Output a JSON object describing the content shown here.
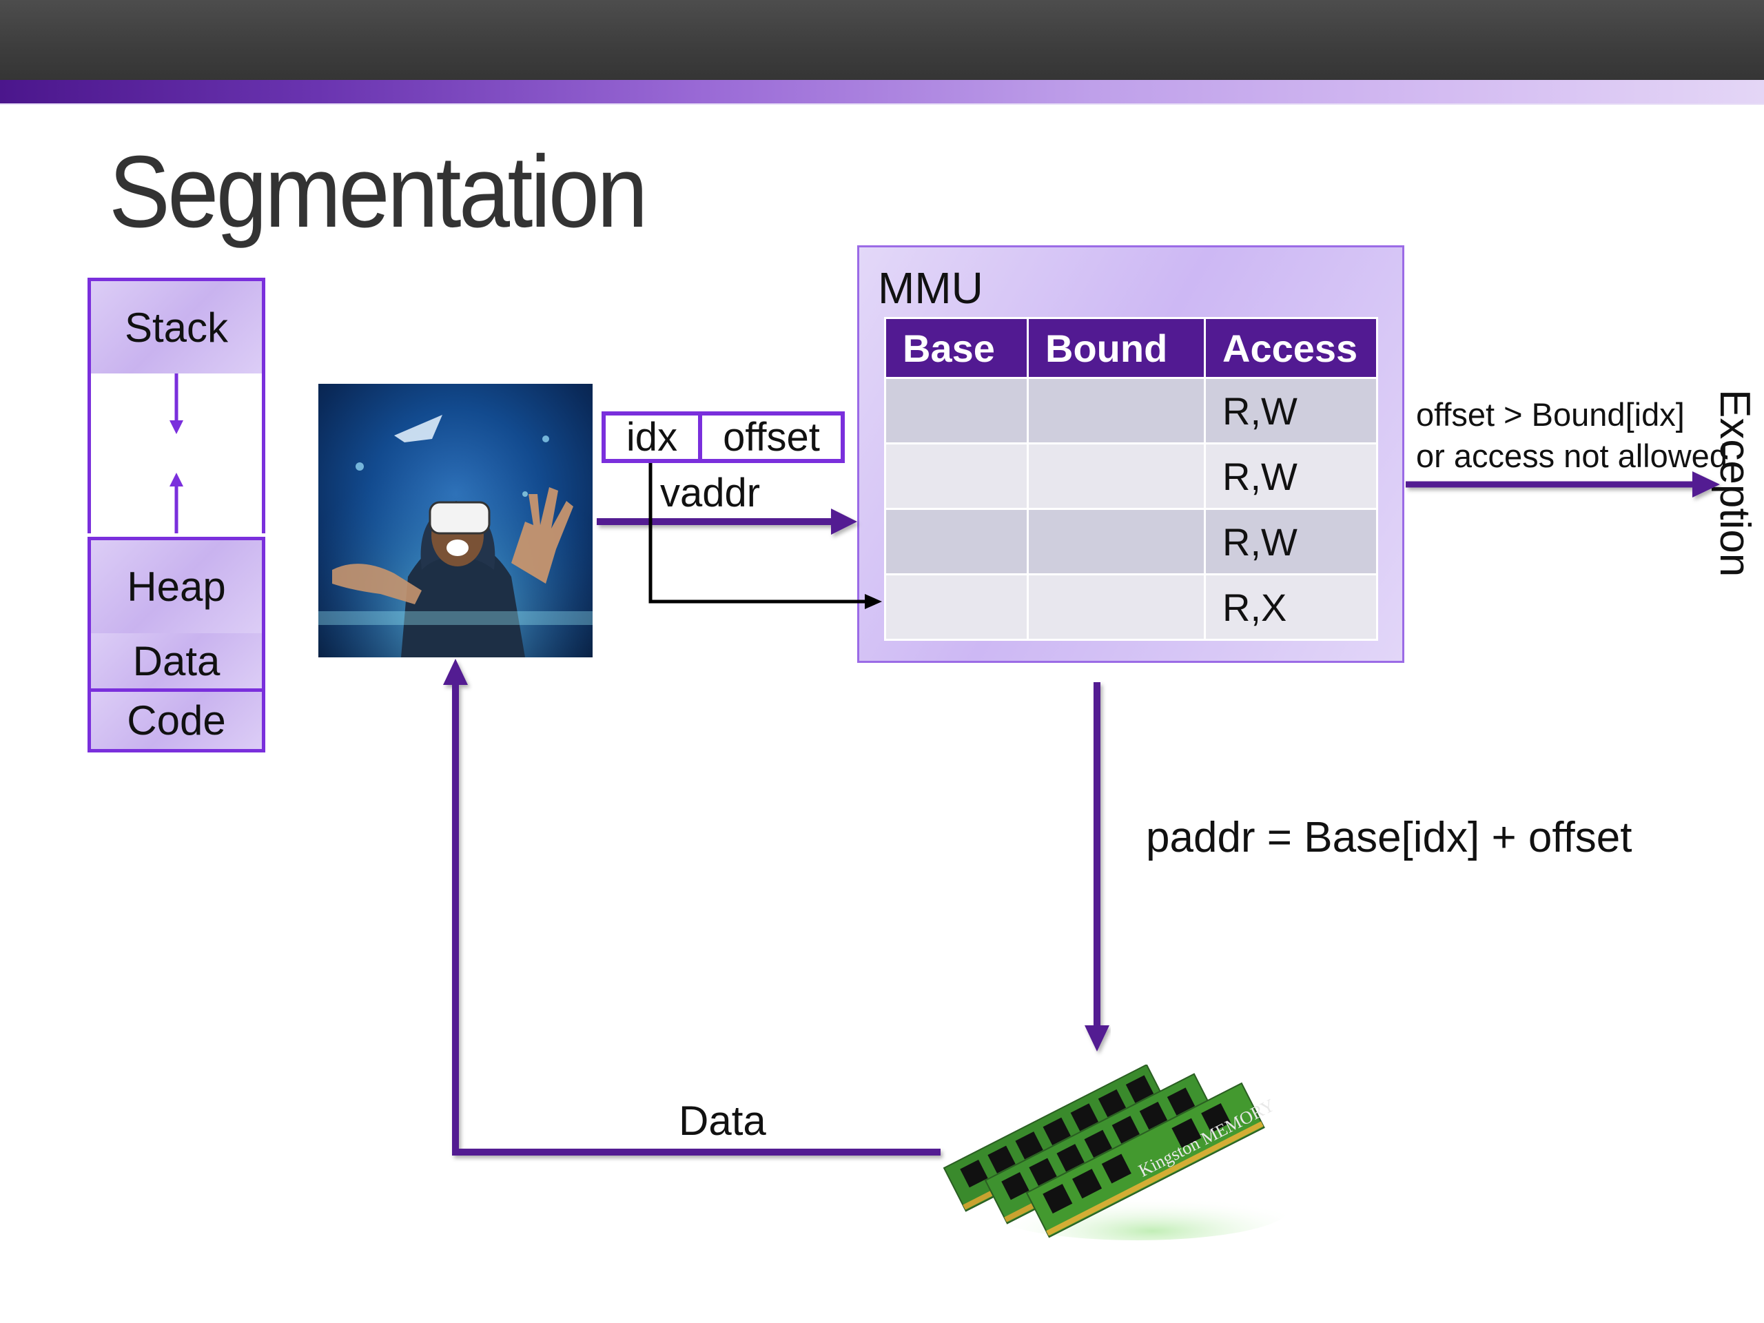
{
  "slide": {
    "title": "Segmentation",
    "colors": {
      "accent": "#521a92",
      "border": "#7a2fdc",
      "lavender": "#d4c4f2"
    }
  },
  "memory_layout": {
    "segments": [
      {
        "label": "Stack"
      },
      {
        "label": ""
      },
      {
        "label": "Heap"
      },
      {
        "label": "Data"
      },
      {
        "label": "Code"
      }
    ],
    "arrows": [
      "stack-grows-down-icon",
      "heap-grows-up-icon"
    ]
  },
  "process_image": {
    "icon": "vr-headset-person-photo"
  },
  "virtual_address": {
    "fields": [
      "idx",
      "offset"
    ],
    "label": "vaddr"
  },
  "mmu": {
    "label": "MMU",
    "table": {
      "headers": [
        "Base",
        "Bound",
        "Access"
      ],
      "rows": [
        {
          "base": "",
          "bound": "",
          "access": "R,W"
        },
        {
          "base": "",
          "bound": "",
          "access": "R,W"
        },
        {
          "base": "",
          "bound": "",
          "access": "R,W"
        },
        {
          "base": "",
          "bound": "",
          "access": "R,X"
        }
      ]
    }
  },
  "exception": {
    "condition_line1": "offset > Bound[idx]",
    "condition_line2": "or access not allowed",
    "label": "Exception"
  },
  "physical": {
    "formula": "paddr = Base[idx] + offset",
    "data_label": "Data",
    "memory_icon": "ram-modules-photo",
    "memory_brand": "Kingston MEMORY"
  }
}
